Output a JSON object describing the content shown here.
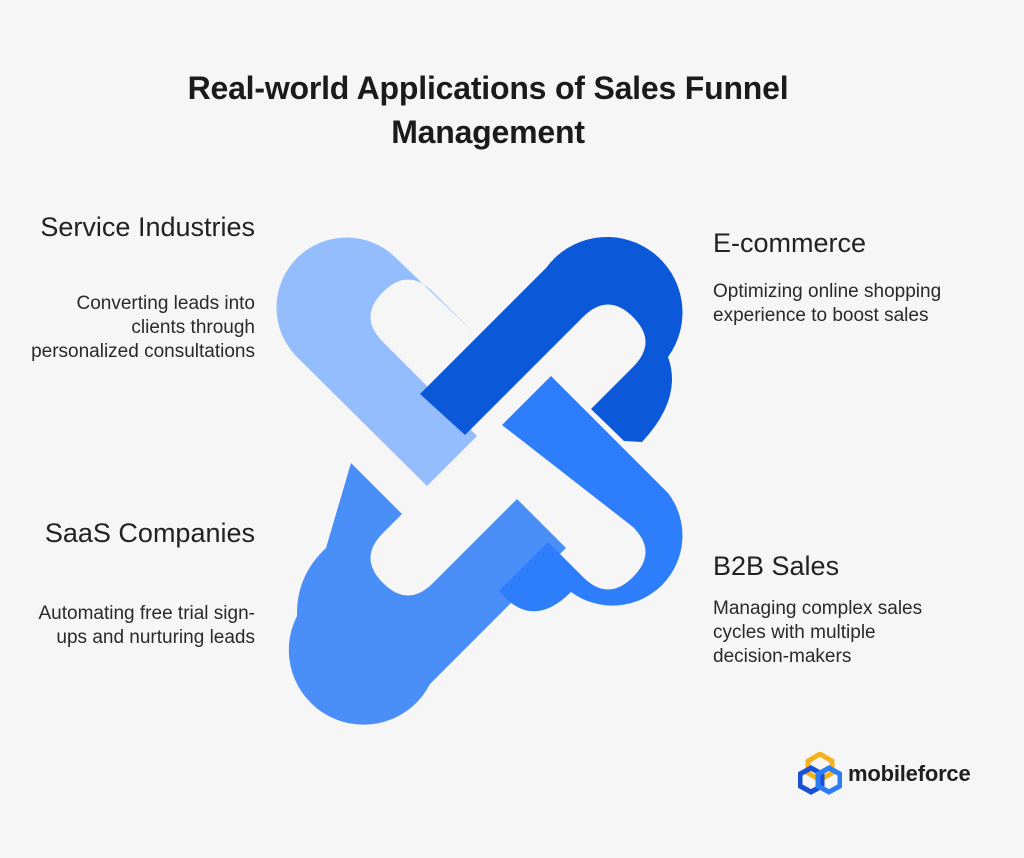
{
  "title": "Real-world Applications of Sales Funnel Management",
  "sections": {
    "service": {
      "heading": "Service Industries",
      "description": "Converting leads into clients through personalized consultations",
      "color": "#94bdfd"
    },
    "ecommerce": {
      "heading": "E-commerce",
      "description": "Optimizing online shopping experience to boost sales",
      "color": "#0b58d9"
    },
    "saas": {
      "heading": "SaaS Companies",
      "description": "Automating free trial sign-ups and nurturing leads",
      "color": "#4a8ef8"
    },
    "b2b": {
      "heading": "B2B Sales",
      "description": "Managing complex sales cycles with multiple decision-makers",
      "color": "#2e7dfb"
    }
  },
  "logo": {
    "text": "mobileforce",
    "icon": "mobileforce-logo-icon"
  },
  "background_color": "#f6f6f7"
}
